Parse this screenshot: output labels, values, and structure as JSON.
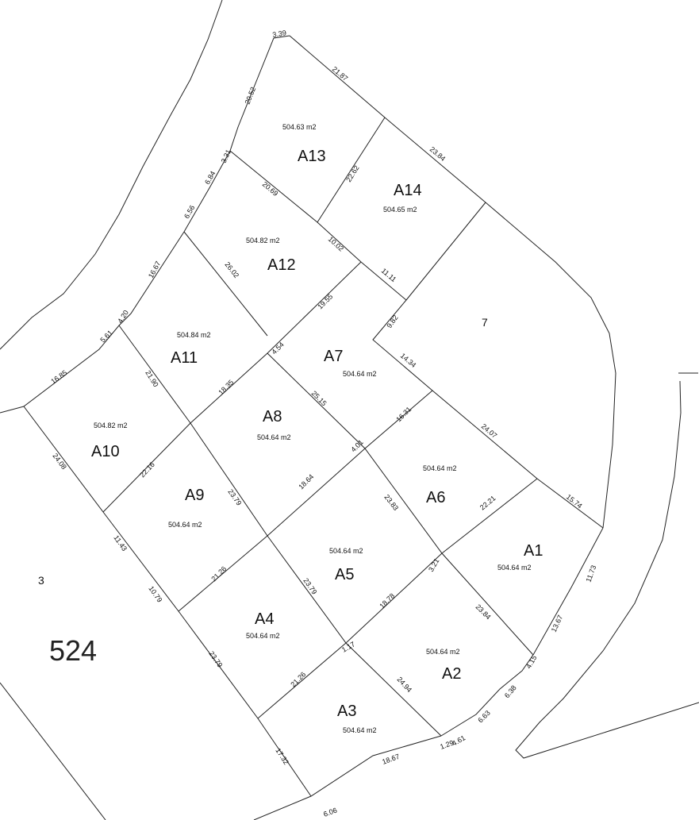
{
  "lots": [
    {
      "id": "A1",
      "area": "504.64 m2"
    },
    {
      "id": "A2",
      "area": "504.64 m2"
    },
    {
      "id": "A3",
      "area": "504.64 m2"
    },
    {
      "id": "A4",
      "area": "504.64 m2"
    },
    {
      "id": "A5",
      "area": "504.64 m2"
    },
    {
      "id": "A6",
      "area": "504.64 m2"
    },
    {
      "id": "A7",
      "area": "504.64 m2"
    },
    {
      "id": "A8",
      "area": "504.64 m2"
    },
    {
      "id": "A9",
      "area": "504.64 m2"
    },
    {
      "id": "A10",
      "area": "504.82 m2"
    },
    {
      "id": "A11",
      "area": "504.84 m2"
    },
    {
      "id": "A12",
      "area": "504.82 m2"
    },
    {
      "id": "A13",
      "area": "504.63 m2"
    },
    {
      "id": "A14",
      "area": "504.65 m2"
    }
  ],
  "parcels": {
    "p7": "7",
    "p3": "3",
    "p524": "524"
  },
  "dims": [
    "3.39",
    "21.87",
    "20.52",
    "23.84",
    "22.62",
    "3.31",
    "6.84",
    "20.69",
    "6.56",
    "10.02",
    "11.11",
    "16.67",
    "26.02",
    "19.55",
    "9.82",
    "4.20",
    "5.61",
    "4.54",
    "14.34",
    "16.85",
    "21.90",
    "18.35",
    "25.15",
    "24.07",
    "16.31",
    "4.01",
    "24.08",
    "22.16",
    "23.79",
    "18.64",
    "23.83",
    "22.21",
    "15.74",
    "11.43",
    "21.26",
    "23.79",
    "3.21",
    "11.73",
    "10.79",
    "18.78",
    "23.84",
    "13.67",
    "1.17",
    "4.15",
    "23.79",
    "21.26",
    "24.94",
    "6.38",
    "6.63",
    "1.29",
    "4.61",
    "18.67",
    "17.32",
    "6.06"
  ]
}
